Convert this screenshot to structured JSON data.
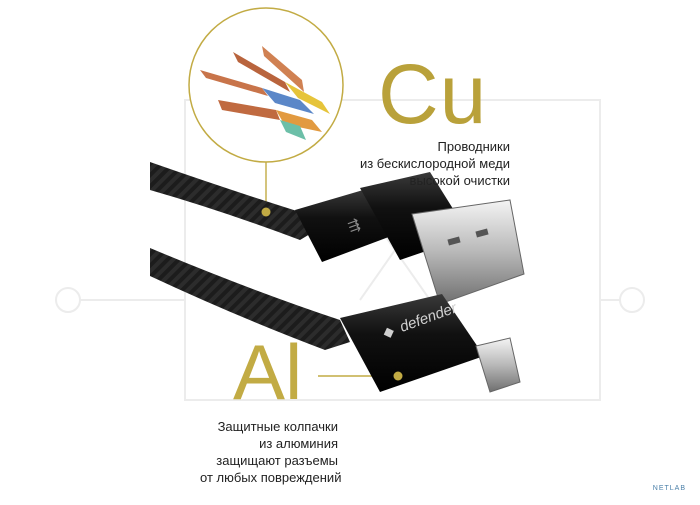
{
  "labels": {
    "cu": "Cu",
    "al": "Al"
  },
  "descriptions": {
    "copper": [
      "Проводники",
      "из бескислородной меди",
      "высокой очистки"
    ],
    "aluminum": [
      "Защитные колпачки",
      "из алюминия",
      "защищают разъемы",
      "от любых повреждений"
    ]
  },
  "connector_brand": "defender",
  "watermark_logo": "NETLAB",
  "colors": {
    "accent_gold": "#c2ab44",
    "cable_black": "#151515",
    "copper": "#c8744a"
  },
  "icons": [
    "usb-icon",
    "defender-logo-icon",
    "netlab-logo-icon"
  ]
}
